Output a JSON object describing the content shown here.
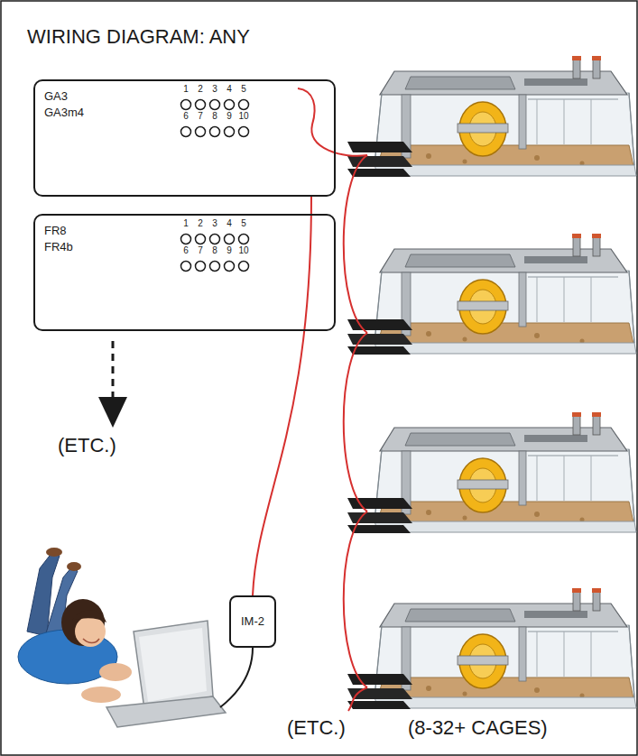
{
  "diagram": {
    "title": "WIRING DIAGRAM: ANY",
    "nodes": [
      {
        "text": [
          "GA3",
          "GA3m4"
        ]
      },
      {
        "text": [
          "FR8",
          "FR4b"
        ]
      },
      {
        "text": [
          "IM-2"
        ]
      }
    ],
    "edges": [
      {
        "from": 2,
        "to": 0,
        "arrow": "none"
      }
    ],
    "labels": [
      "1",
      "2",
      "3",
      "4",
      "5",
      "6",
      "7",
      "8",
      "9",
      "10",
      "1",
      "2",
      "3",
      "4",
      "5",
      "6",
      "7",
      "8",
      "9",
      "10",
      "(ETC.)",
      "(ETC.)",
      "(8-32+ CAGES)"
    ]
  }
}
